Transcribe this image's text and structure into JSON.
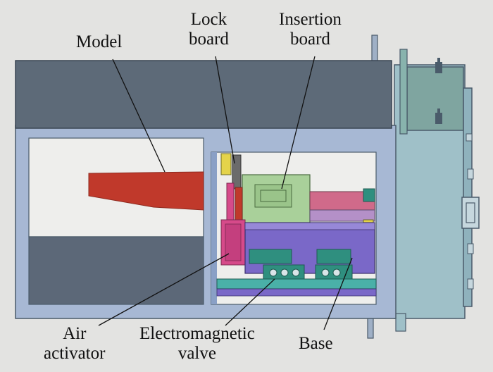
{
  "labels": {
    "model": "Model",
    "lock_board": [
      "Lock",
      "board"
    ],
    "insertion_board": [
      "Insertion",
      "board"
    ],
    "air_activator": [
      "Air",
      "activator"
    ],
    "electromagnetic_valve": [
      "Electromagnetic",
      "valve"
    ],
    "base": "Base"
  },
  "colors": {
    "background": "#e3e3e1",
    "frame": "#a7b8d4",
    "top_bar": "#5d6a78",
    "chamber_bottom": "#5c6878",
    "model": "#c0392b",
    "right_panel": "#9fc0c8",
    "right_box": "#7fa5a0",
    "insertion_board": "#a9d09a",
    "lock_board": "#d64a8a",
    "base_purple": "#7a68c8",
    "base_bottom": "#4ab0a8",
    "valve": "#2f8f7f",
    "leader": "#111111"
  }
}
